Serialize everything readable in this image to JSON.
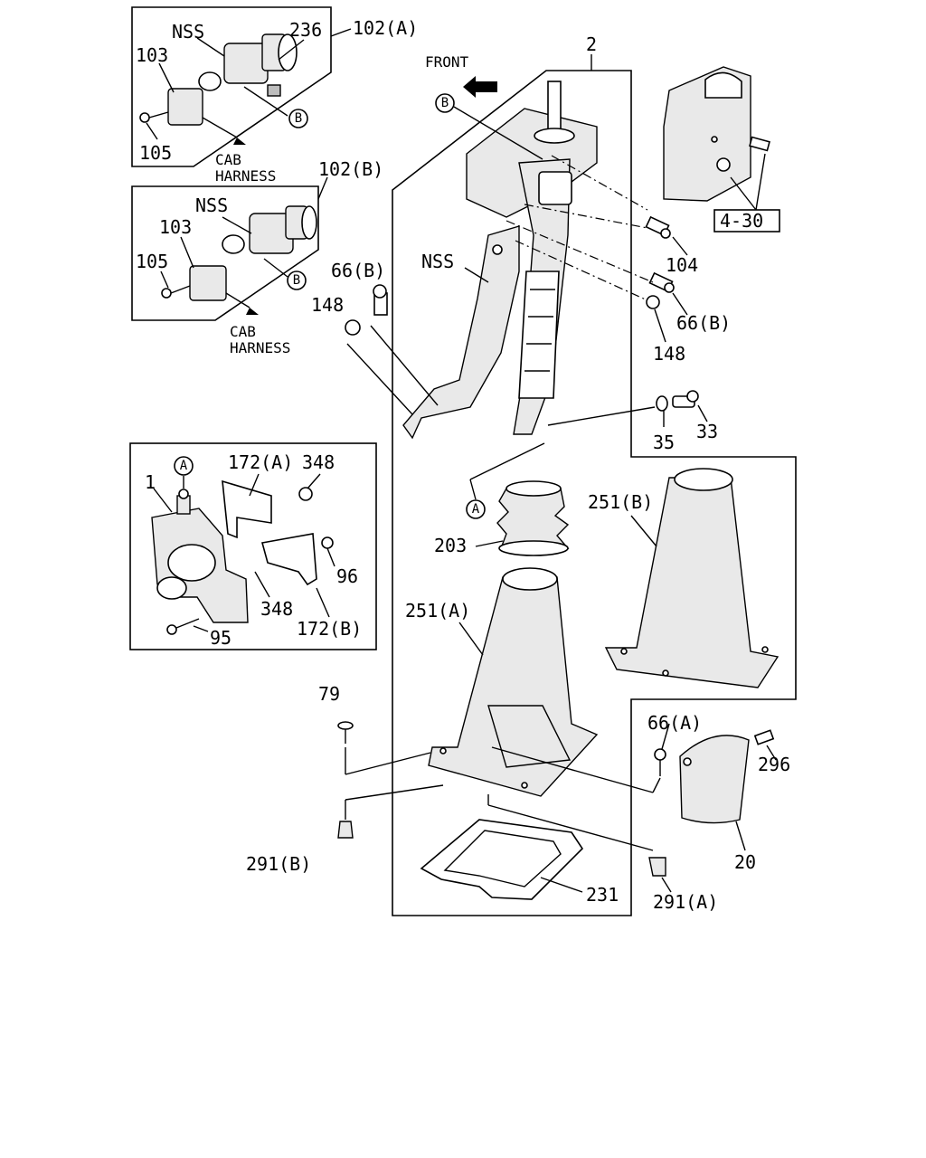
{
  "labels": {
    "l_2": "2",
    "l_front": "FRONT",
    "l_102a": "102(A)",
    "l_nss_a": "NSS",
    "l_236": "236",
    "l_103_a": "103",
    "l_105_a": "105",
    "l_cab_a": "CAB",
    "l_harness_a": "HARNESS",
    "l_102b": "102(B)",
    "l_nss_b": "NSS",
    "l_103_b": "103",
    "l_105_b": "105",
    "l_cab_b": "CAB",
    "l_harness_b": "HARNESS",
    "l_nss_main": "NSS",
    "l_66b_left": "66(B)",
    "l_148_left": "148",
    "l_104": "104",
    "l_66b_right": "66(B)",
    "l_148_right": "148",
    "l_4_30": "4-30",
    "l_35": "35",
    "l_33": "33",
    "l_1": "1",
    "l_172a": "172(A)",
    "l_348_top": "348",
    "l_96": "96",
    "l_348_mid": "348",
    "l_172b": "172(B)",
    "l_95": "95",
    "l_251b": "251(B)",
    "l_203": "203",
    "l_251a": "251(A)",
    "l_79": "79",
    "l_66a": "66(A)",
    "l_296": "296",
    "l_20": "20",
    "l_291b": "291(B)",
    "l_231": "231",
    "l_291a": "291(A)"
  },
  "markers": {
    "b1": "B",
    "b2": "B",
    "b3": "B",
    "a1": "A",
    "a2": "A"
  }
}
